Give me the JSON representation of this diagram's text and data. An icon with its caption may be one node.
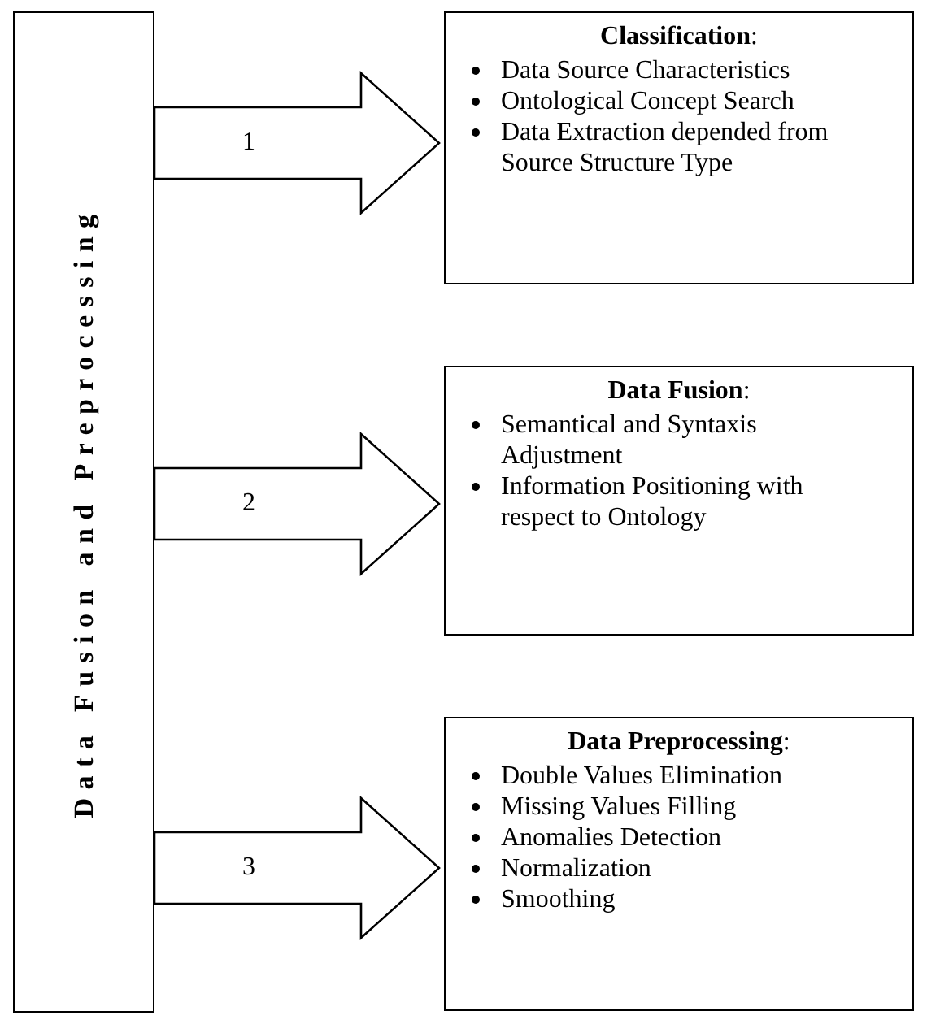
{
  "diagram": {
    "nodes": [
      {
        "text": [
          "Data Fusion and Preprocessing"
        ]
      },
      {
        "text": [
          "**Classification**:",
          "Data Source Characteristics",
          "Ontological Concept Search",
          "Data Extraction depended from Source Structure Type"
        ]
      },
      {
        "text": [
          "**Data Fusion**:",
          "Semantical and Syntaxis Adjustment",
          "Information Positioning with respect to Ontology"
        ]
      },
      {
        "text": [
          "**Data Preprocessing**:",
          "Double Values Elimination",
          "Missing Values Filling",
          "Anomalies Detection",
          "Normalization",
          "Smoothing"
        ]
      }
    ],
    "edges": [
      {
        "from": 0,
        "to": 1,
        "arrow": "to",
        "label": "1"
      },
      {
        "from": 0,
        "to": 2,
        "arrow": "to",
        "label": "2"
      },
      {
        "from": 0,
        "to": 3,
        "arrow": "to",
        "label": "3"
      }
    ]
  }
}
